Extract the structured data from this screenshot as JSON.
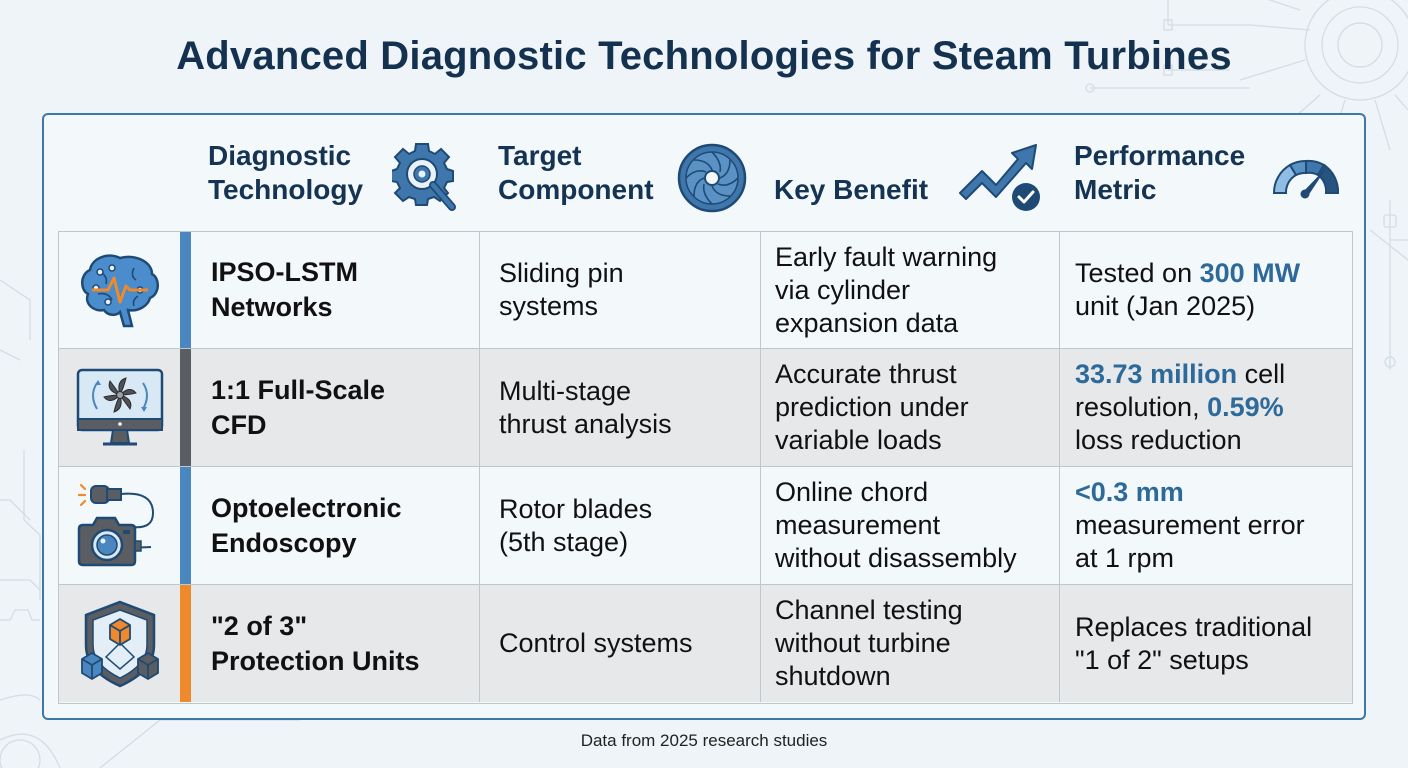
{
  "title": "Advanced Diagnostic Technologies for Steam Turbines",
  "colors": {
    "title": "#143250",
    "accent_blue": "#4a86bf",
    "accent_gray": "#5a5d61",
    "accent_orange": "#ef8a2c",
    "highlight": "#2d6a9a",
    "card_border": "#3d78a8"
  },
  "headers": [
    {
      "label_line1": "Diagnostic",
      "label_line2": "Technology",
      "icon": "gear-magnifier-icon"
    },
    {
      "label_line1": "Target",
      "label_line2": "Component",
      "icon": "turbine-icon"
    },
    {
      "label_line1": "",
      "label_line2": "Key Benefit",
      "icon": "trend-up-check-icon"
    },
    {
      "label_line1": "Performance",
      "label_line2": "Metric",
      "icon": "gauge-icon"
    }
  ],
  "rows": [
    {
      "icon": "brain-pulse-icon",
      "accent": "blue",
      "tech_line1": "IPSO-LSTM",
      "tech_line2": "Networks",
      "target": [
        "Sliding pin",
        "systems"
      ],
      "benefit": [
        "Early fault warning",
        "via cylinder",
        "expansion data"
      ],
      "metric": {
        "l1_pre": "Tested on ",
        "l1_hl": "300 MW",
        "l1_post": "",
        "l2_pre": "unit (Jan 2025)",
        "l2_hl": "",
        "l2_post": "",
        "l3_pre": "",
        "l3_hl": "",
        "l3_post": ""
      }
    },
    {
      "icon": "monitor-fan-icon",
      "accent": "gray",
      "tech_line1": "1:1 Full-Scale",
      "tech_line2": "CFD",
      "target": [
        "Multi-stage",
        "thrust analysis"
      ],
      "benefit": [
        "Accurate thrust",
        "prediction under",
        "variable loads"
      ],
      "metric": {
        "l1_pre": "",
        "l1_hl": "33.73 million",
        "l1_post": " cell",
        "l2_pre": "resolution, ",
        "l2_hl": "0.59%",
        "l2_post": "",
        "l3_pre": "loss reduction",
        "l3_hl": "",
        "l3_post": ""
      }
    },
    {
      "icon": "endoscope-camera-icon",
      "accent": "blue",
      "tech_line1": "Optoelectronic",
      "tech_line2": "Endoscopy",
      "target": [
        "Rotor blades",
        "(5th stage)"
      ],
      "benefit": [
        "Online chord",
        "measurement",
        "without disassembly"
      ],
      "metric": {
        "l1_pre": "",
        "l1_hl": "<0.3 mm",
        "l1_post": "",
        "l2_pre": "measurement error",
        "l2_hl": "",
        "l2_post": "",
        "l3_pre": "at 1 rpm",
        "l3_hl": "",
        "l3_post": ""
      }
    },
    {
      "icon": "shield-cubes-icon",
      "accent": "orange",
      "tech_line1": "\"2 of 3\"",
      "tech_line2": "Protection Units",
      "target": [
        "Control systems"
      ],
      "benefit": [
        "Channel testing",
        "without turbine",
        "shutdown"
      ],
      "metric": {
        "l1_pre": "Replaces traditional",
        "l1_hl": "",
        "l1_post": "",
        "l2_pre": "\"1 of 2\" setups",
        "l2_hl": "",
        "l2_post": "",
        "l3_pre": "",
        "l3_hl": "",
        "l3_post": ""
      }
    }
  ],
  "footnote": "Data from 2025 research studies"
}
